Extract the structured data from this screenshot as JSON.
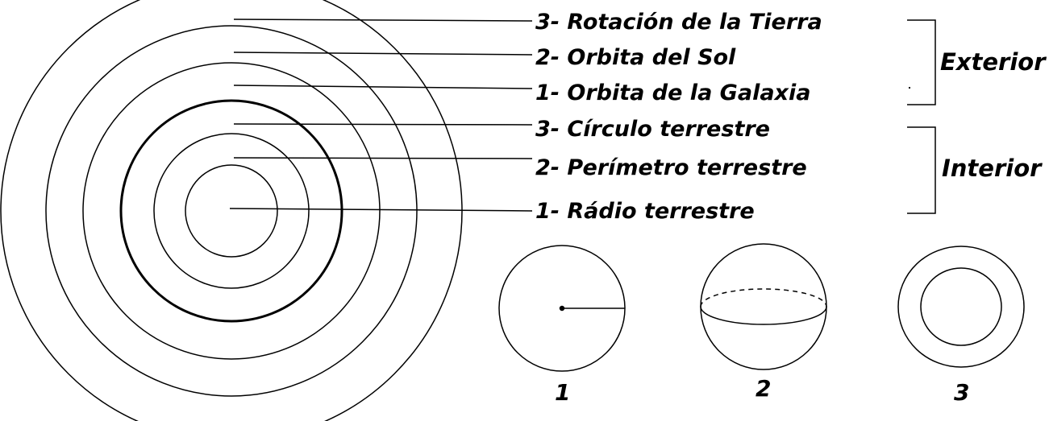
{
  "labels": {
    "exterior": [
      "3- Rotación de la Tierra",
      "2- Orbita del Sol",
      "1- Orbita de la Galaxia"
    ],
    "interior": [
      "3- Círculo terrestre",
      "2- Perímetro terrestre",
      "1- Rádio terrestre"
    ]
  },
  "groups": {
    "exterior": "Exterior",
    "interior": "Interior"
  },
  "figures": {
    "one": "1",
    "two": "2",
    "three": "3"
  }
}
